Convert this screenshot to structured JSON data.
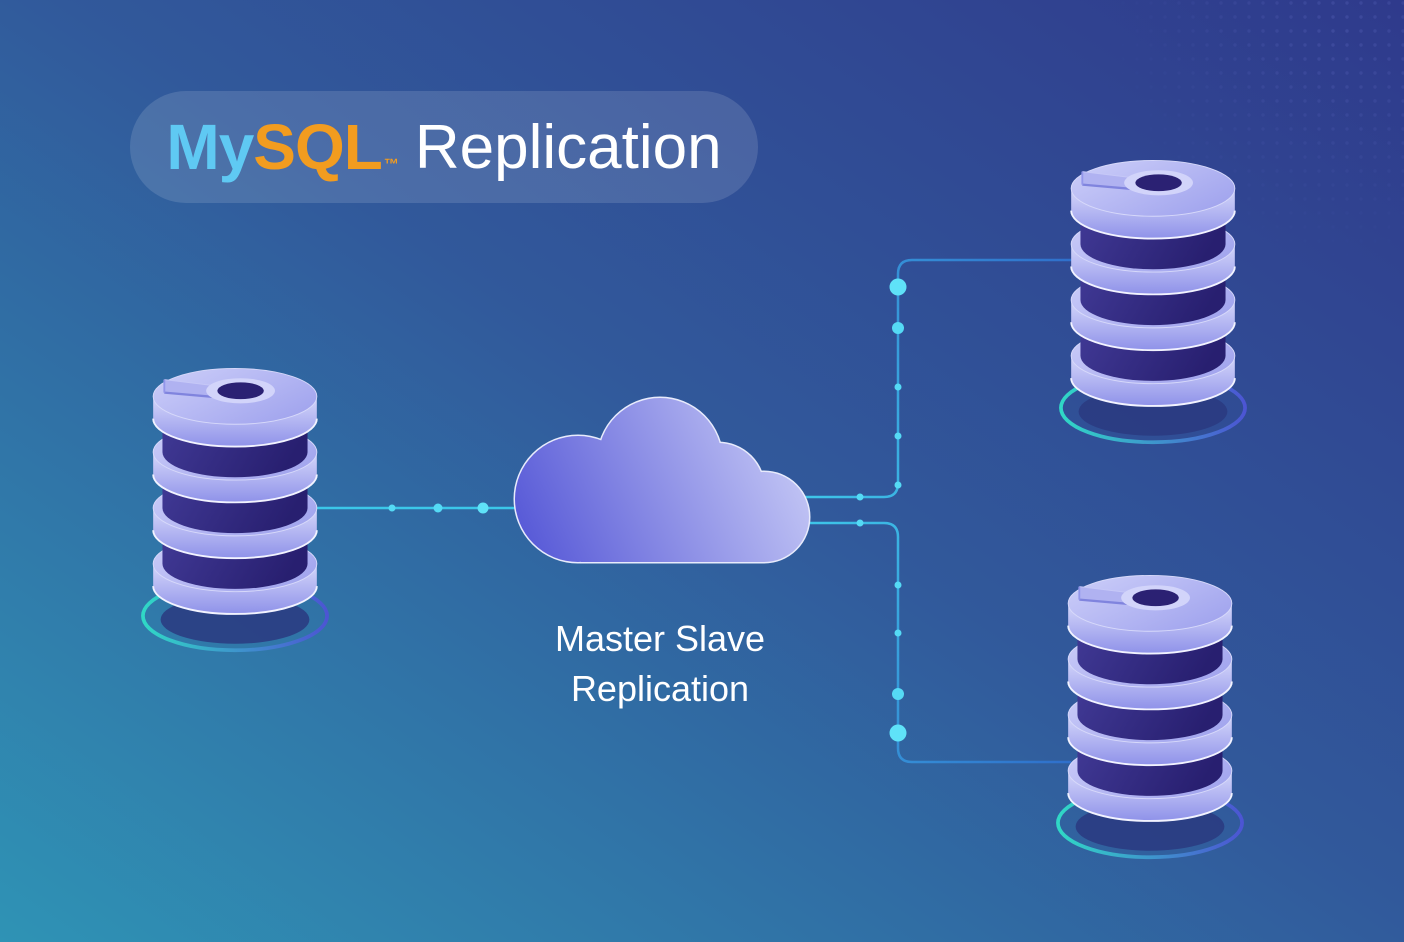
{
  "title": {
    "brand_primary": "My",
    "brand_secondary": "SQL",
    "trademark": "™",
    "product": "Replication"
  },
  "cloud": {
    "label_line1": "Master Slave",
    "label_line2": "Replication"
  },
  "icons": {
    "master": "database-cylinder-icon",
    "slave_top": "database-cylinder-icon",
    "slave_bottom": "database-cylinder-icon",
    "hub": "cloud-icon"
  },
  "colors": {
    "background_top_right": "#2F3A8C",
    "background_middle": "#31599B",
    "background_bottom_left": "#2F93B5",
    "pill_background": "rgba(255,255,255,0.13)",
    "brand_cyan": "#5FC9F3",
    "brand_orange": "#F29C1F",
    "title_text": "#FFFFFF",
    "connector_cyan": "#3EC6E9",
    "connector_blue": "#2F6FCB",
    "connector_dot": "#55DAF5",
    "disc_light": "#B6B8F3",
    "disc_dark": "#332A7C",
    "ring_teal": "#30D8C6",
    "ring_purple": "#4C55D3",
    "cloud_gradient_start": "#5355D6",
    "cloud_gradient_end": "#C7CAF6"
  }
}
